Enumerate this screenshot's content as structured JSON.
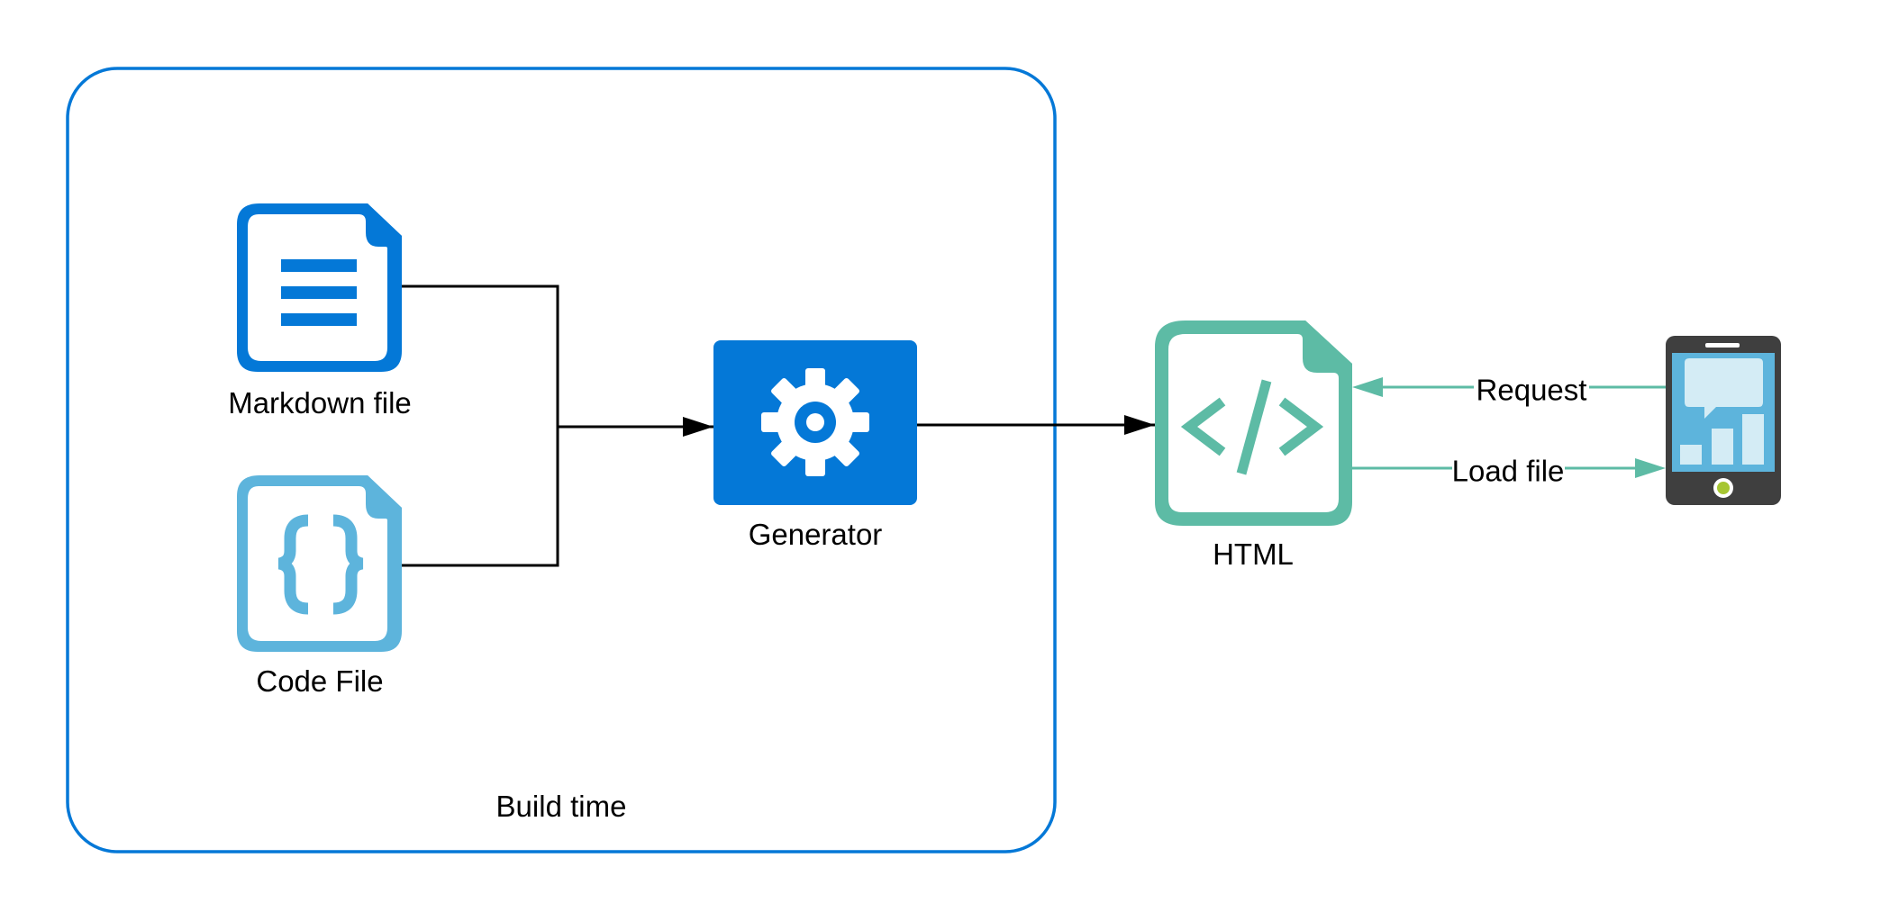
{
  "group": {
    "label": "Build time"
  },
  "nodes": {
    "markdown": {
      "label": "Markdown file",
      "icon": "document-lines-icon",
      "color": "#0478d7"
    },
    "code": {
      "label": "Code File",
      "icon": "curly-braces-file-icon",
      "color": "#5db4dc"
    },
    "generator": {
      "label": "Generator",
      "icon": "gear-icon",
      "color": "#0478d7"
    },
    "html": {
      "label": "HTML",
      "icon": "code-file-icon",
      "color": "#5dbba5"
    },
    "device": {
      "icon": "mobile-phone-icon",
      "screen_color": "#5db4dc",
      "body_color": "#3f3f3f"
    }
  },
  "edges": {
    "request": {
      "label": "Request",
      "color": "#5dbba5"
    },
    "load_file": {
      "label": "Load file",
      "color": "#5dbba5"
    }
  },
  "colors": {
    "group_border": "#0478d7",
    "connector": "#000000"
  }
}
